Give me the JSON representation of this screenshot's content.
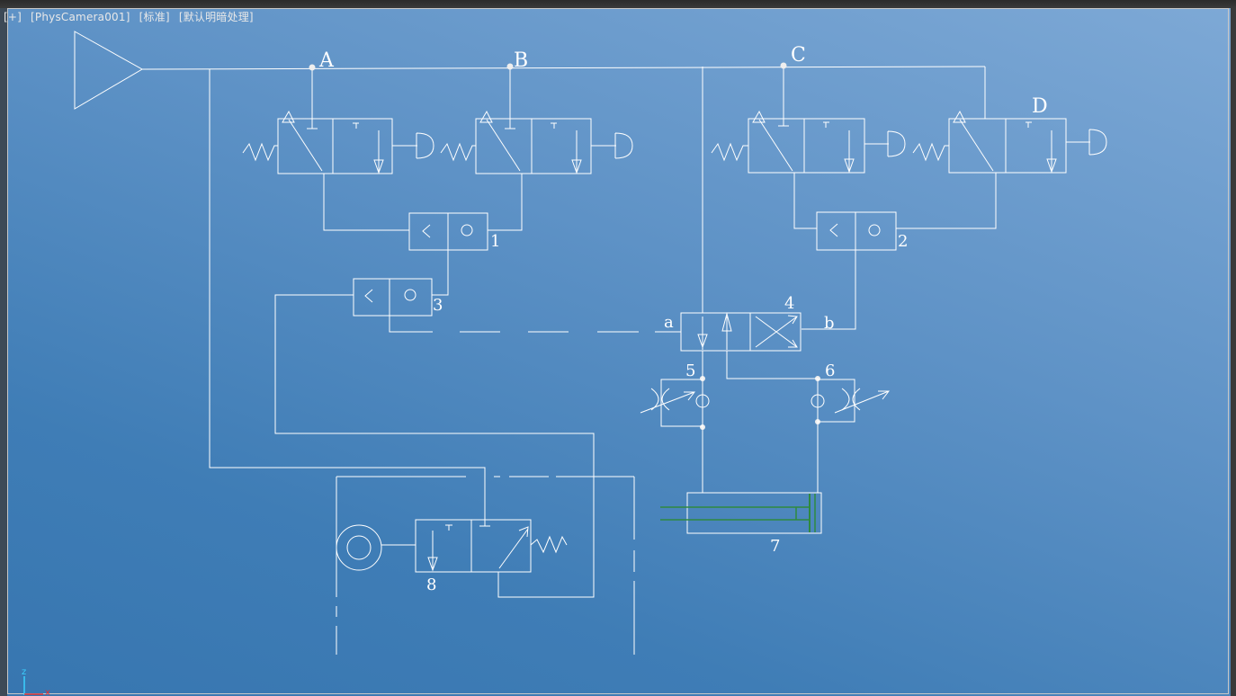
{
  "viewport": {
    "label_parts": [
      "[+]",
      "[PhysCamera001]",
      "[标准]",
      "[默认明暗处理]"
    ]
  },
  "diagram": {
    "node_labels": {
      "A": "A",
      "B": "B",
      "C": "C",
      "D": "D"
    },
    "component_labels": {
      "c1": "1",
      "c2": "2",
      "c3": "3",
      "c4": "4",
      "c5": "5",
      "c6": "6",
      "c7": "7",
      "c8": "8"
    },
    "port_labels": {
      "a": "a",
      "b": "b"
    }
  },
  "axis_gizmo": {
    "z": "z",
    "x": "x"
  },
  "colors": {
    "line": "#ffffff",
    "cylinder_rod": "#2f8a3f",
    "background_top": "#7ea9d6",
    "background_bottom": "#3776b0"
  }
}
